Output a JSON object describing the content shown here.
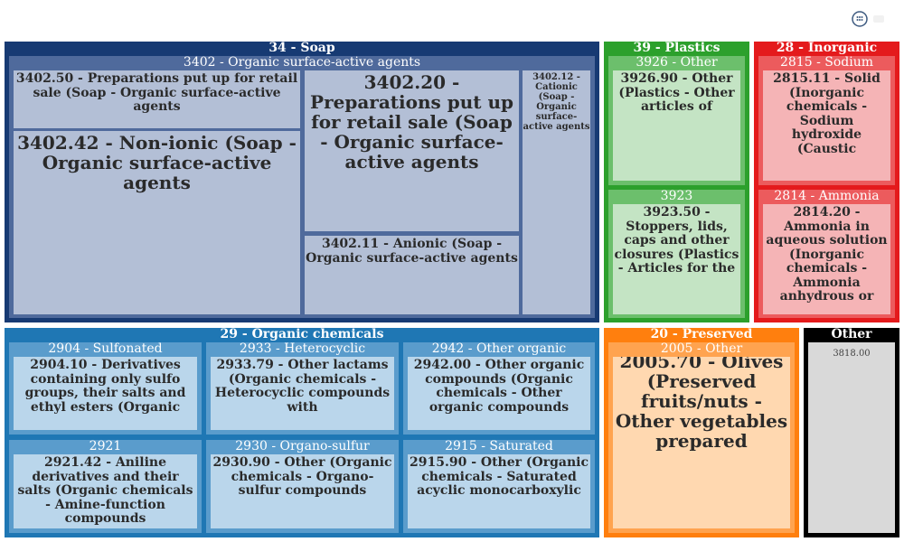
{
  "chart_data": {
    "type": "treemap",
    "sectors": [
      {
        "label": "34 - Soap",
        "color": "#173a73",
        "groups": [
          {
            "label": "3402 - Organic surface-active agents",
            "color": "#4f6a9c",
            "leaves": [
              {
                "label": "3402.50 - Preparations put up for retail sale (Soap - Organic surface-active agents",
                "color": "#b3bfd6"
              },
              {
                "label": "3402.42 - Non-ionic (Soap - Organic surface-active agents",
                "color": "#b3bfd6"
              },
              {
                "label": "3402.20 - Preparations put up for retail sale (Soap - Organic surface-active agents",
                "color": "#b3bfd6"
              },
              {
                "label": "3402.11 - Anionic (Soap - Organic surface-active agents",
                "color": "#b3bfd6"
              },
              {
                "label": "3402.12 - Cationic (Soap - Organic surface-active agents",
                "color": "#b3bfd6"
              }
            ]
          }
        ]
      },
      {
        "label": "39 - Plastics",
        "color": "#2ca02c",
        "groups": [
          {
            "label": "3926 - Other",
            "color": "#6cbf6c",
            "leaves": [
              {
                "label": "3926.90 - Other (Plastics - Other articles of",
                "color": "#c4e4c4"
              }
            ]
          },
          {
            "label": "3923",
            "color": "#6cbf6c",
            "leaves": [
              {
                "label": "3923.50 - Stoppers, lids, caps and other closures (Plastics - Articles for the",
                "color": "#c4e4c4"
              }
            ]
          }
        ]
      },
      {
        "label": "28 - Inorganic",
        "color": "#e41a1c",
        "groups": [
          {
            "label": "2815 - Sodium",
            "color": "#ec5b5d",
            "leaves": [
              {
                "label": "2815.11 - Solid (Inorganic chemicals - Sodium hydroxide (Caustic",
                "color": "#f5b4b6"
              }
            ]
          },
          {
            "label": "2814 - Ammonia",
            "color": "#ec5b5d",
            "leaves": [
              {
                "label": "2814.20 - Ammonia in aqueous solution (Inorganic chemicals - Ammonia anhydrous or",
                "color": "#f5b4b6"
              }
            ]
          }
        ]
      },
      {
        "label": "29 - Organic chemicals",
        "color": "#1f77b4",
        "groups": [
          {
            "label": "2904 - Sulfonated",
            "color": "#5a9ccc",
            "leaves": [
              {
                "label": "2904.10 - Derivatives containing only sulfo groups, their salts and ethyl esters (Organic",
                "color": "#bad6eb"
              }
            ]
          },
          {
            "label": "2933 - Heterocyclic",
            "color": "#5a9ccc",
            "leaves": [
              {
                "label": "2933.79 - Other lactams (Organic chemicals - Heterocyclic compounds with",
                "color": "#bad6eb"
              }
            ]
          },
          {
            "label": "2942 - Other organic",
            "color": "#5a9ccc",
            "leaves": [
              {
                "label": "2942.00 - Other organic compounds (Organic chemicals - Other organic compounds",
                "color": "#bad6eb"
              }
            ]
          },
          {
            "label": "2921",
            "color": "#5a9ccc",
            "leaves": [
              {
                "label": "2921.42 - Aniline derivatives and their salts (Organic chemicals - Amine-function compounds",
                "color": "#bad6eb"
              }
            ]
          },
          {
            "label": "2930 - Organo-sulfur",
            "color": "#5a9ccc",
            "leaves": [
              {
                "label": "2930.90 - Other (Organic chemicals - Organo-sulfur compounds",
                "color": "#bad6eb"
              }
            ]
          },
          {
            "label": "2915 - Saturated",
            "color": "#5a9ccc",
            "leaves": [
              {
                "label": "2915.90 - Other (Organic chemicals - Saturated acyclic monocarboxylic",
                "color": "#bad6eb"
              }
            ]
          }
        ]
      },
      {
        "label": "20 - Preserved",
        "color": "#ff7f0e",
        "groups": [
          {
            "label": "2005 - Other",
            "color": "#ffa34f",
            "leaves": [
              {
                "label": "2005.70 - Olives (Preserved fruits/nuts - Other vegetables prepared",
                "color": "#ffd8b0"
              }
            ]
          }
        ]
      },
      {
        "label": "Other",
        "color": "#000000",
        "groups": [],
        "leaves": [
          {
            "label": "3818.00",
            "color": "#d9d9d9"
          }
        ]
      }
    ]
  },
  "toolbar": {
    "icons": [
      "plotly-logo-icon",
      "toolbar-faded-icon"
    ]
  }
}
